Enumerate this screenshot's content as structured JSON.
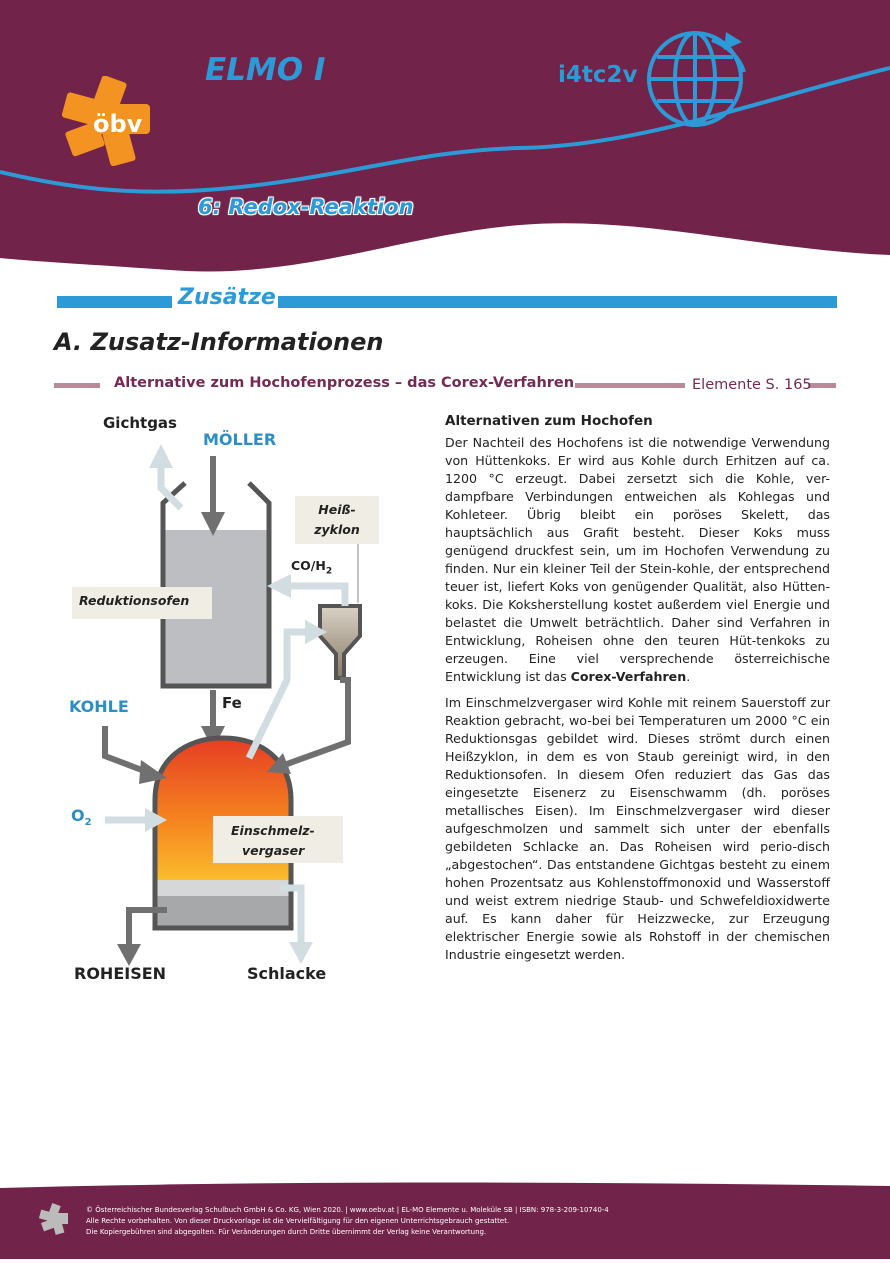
{
  "header": {
    "app_title": "ELMO I",
    "logo_text": "öbv",
    "code": "i4tc2v",
    "chapter": "6: Redox-Reaktion",
    "icons": [
      "obv-logo-icon",
      "globe-rotate-icon"
    ],
    "colors": {
      "band": "#72234a",
      "accent": "#2b9ad6",
      "logo": "#f39422"
    }
  },
  "section": {
    "label": "Zusätze",
    "title": "A. Zusatz-Informationen",
    "subtitle": "Alternative zum Hochofenprozess  – das Corex-Verfahren",
    "reference": "Elemente S. 165"
  },
  "diagram": {
    "gichtgas": "Gichtgas",
    "moeller": "MÖLLER",
    "heiss_zyklon_1": "Heiß-",
    "heiss_zyklon_2": "zyklon",
    "co_h2": "CO/H",
    "co_h2_sub": "2",
    "reduktionsofen": "Reduktionsofen",
    "fe": "Fe",
    "kohle": "KOHLE",
    "o2": "O",
    "o2_sub": "2",
    "einschmelz_1": "Einschmelz-",
    "einschmelz_2": "vergaser",
    "roheisen": "ROHEISEN",
    "schlacke": "Schlacke"
  },
  "text": {
    "heading": "Alternativen zum Hochofen",
    "p1": "Der Nachteil des Hochofens ist die notwendige Verwendung von Hüttenkoks. Er wird aus Kohle durch Erhitzen auf ca. 1200 °C erzeugt. Dabei zersetzt sich die Kohle, ver-dampfbare Verbindungen entweichen als Kohlegas und Kohleteer. Übrig bleibt ein poröses Skelett, das hauptsächlich aus Grafit besteht. Dieser Koks muss genügend druckfest sein, um im Hochofen Verwendung zu finden. Nur ein kleiner Teil der Stein-kohle, der entsprechend teuer ist, liefert Koks von genügender Qualität, also Hütten-koks. Die Koksherstellung kostet außerdem viel Energie und belastet die Umwelt beträchtlich. Daher sind Verfahren in Entwicklung, Roheisen ohne den teuren Hüt-tenkoks zu erzeugen. Eine viel versprechende österreichische Entwicklung ist das ",
    "p1_bold": "Corex-Verfahren",
    "p1_end": ".",
    "p2": "Im Einschmelzvergaser wird Kohle mit reinem Sauerstoff zur Reaktion gebracht, wo-bei bei Temperaturen um 2000 °C ein Reduktionsgas gebildet wird. Dieses strömt durch einen Heißzyklon, in dem es von Staub gereinigt wird, in den Reduktionsofen. In diesem Ofen reduziert das Gas das eingesetzte Eisenerz zu Eisenschwamm (dh. poröses metallisches Eisen). Im Einschmelzvergaser wird dieser aufgeschmolzen und sammelt sich unter der ebenfalls gebildeten Schlacke an. Das Roheisen wird perio-disch „abgestochen“. Das entstandene Gichtgas besteht zu einem hohen Prozentsatz aus Kohlenstoffmonoxid und Wasserstoff und weist extrem niedrige Staub- und Schwefeldioxidwerte auf. Es kann daher für Heizzwecke, zur Erzeugung elektrischer Energie sowie als Rohstoff in der chemischen Industrie eingesetzt werden."
  },
  "footer": {
    "line1": "© Österreichischer Bundesverlag Schulbuch GmbH & Co. KG, Wien 2020. | www.oebv.at | EL-MO Elemente u. Moleküle SB | ISBN: 978-3-209-10740-4",
    "line2": "Alle Rechte vorbehalten. Von dieser Druckvorlage ist die Vervielfältigung für den eigenen Unterrichtsgebrauch gestattet.",
    "line3": "Die Kopiergebühren sind abgegolten. Für Veränderungen durch Dritte übernimmt der Verlag keine Verantwortung."
  }
}
